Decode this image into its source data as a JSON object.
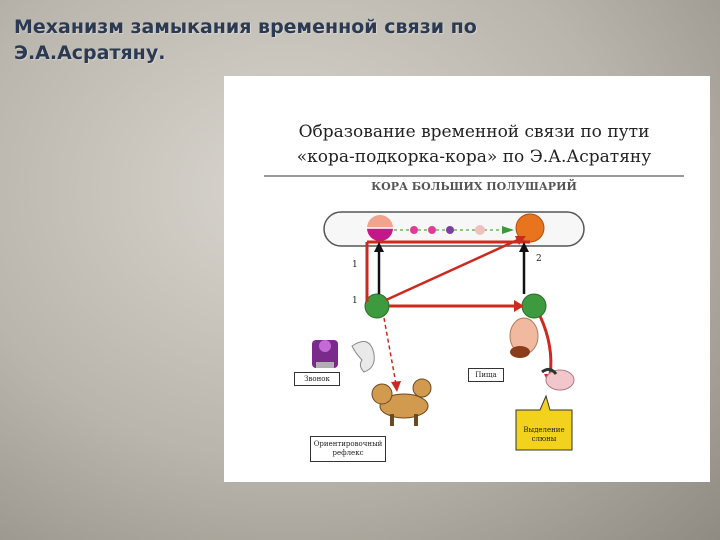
{
  "slide": {
    "title_line1": "Механизм замыкания временной связи по",
    "title_line2": "Э.А.Асратяну."
  },
  "figure": {
    "title_line1": "Образование временной связи по пути",
    "title_line2": "«кора-подкорка-кора» по Э.А.Асратяну",
    "cortex_label": "КОРА БОЛЬШИХ ПОЛУШАРИЙ",
    "path_numbers": {
      "left_upper": "1",
      "left_lower": "1",
      "right_upper": "2"
    },
    "boxes": {
      "bell": "Звонок",
      "food": "Пища",
      "orienting_reflex": "Ориентировочный рефлекс",
      "salivation": "Выделение слюны"
    },
    "colors": {
      "red_path": "#cc2a1e",
      "black_path": "#111111",
      "subcortex_node": "#3e9a3e",
      "right_cortex_node": "#e8741e",
      "left_cortex_node": "#f2a38e",
      "salivation_box": "#f2d21c"
    }
  }
}
